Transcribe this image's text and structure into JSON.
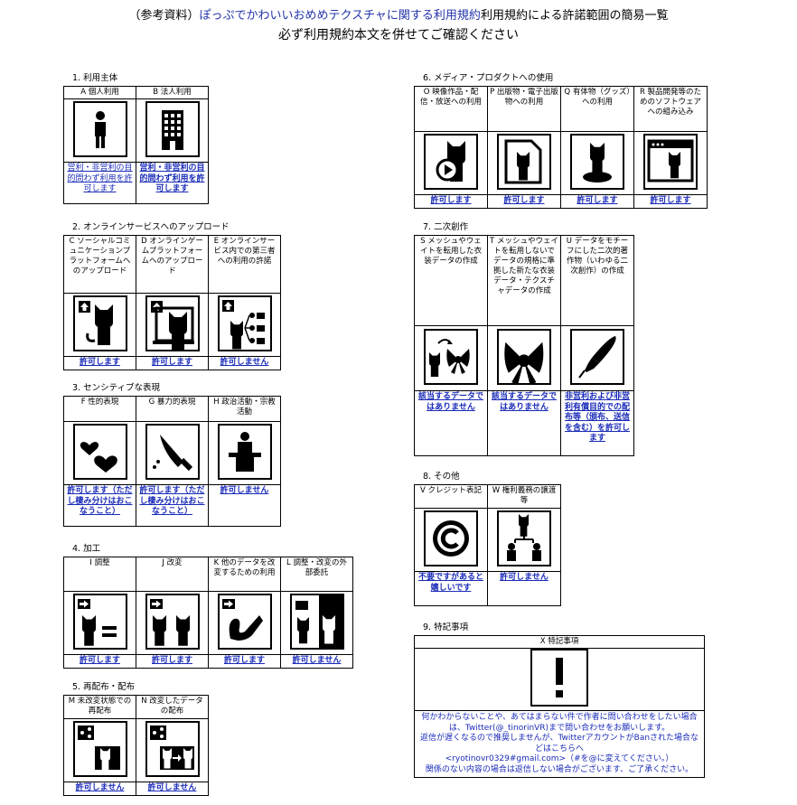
{
  "header": {
    "line1_prefix": "（参考資料）",
    "line1_accent": "ぽっぷでかわいいおめめテクスチャに関する利用規約",
    "line1_suffix": "利用規約による許諾範囲の簡易一覧",
    "line2": "必ず利用規約本文を併せてご確認ください"
  },
  "s1": {
    "title": "1. 利用主体",
    "items": [
      {
        "label": "A 個人利用",
        "icon": "person-icon",
        "status": "営利・非営利の目的問わず利用を許可します"
      },
      {
        "label": "B 法人利用",
        "icon": "building-icon",
        "status": "営利・非営利の目的問わず利用を許可します"
      }
    ]
  },
  "s2": {
    "title": "2. オンラインサービスへのアップロード",
    "items": [
      {
        "label": "C ソーシャルコミュニケーションプラットフォームへのアップロード",
        "icon": "upload-social-icon",
        "status": "許可します"
      },
      {
        "label": "D オンラインゲームプラットフォームへのアップロード",
        "icon": "upload-game-icon",
        "status": "許可します"
      },
      {
        "label": "E オンラインサービス内での第三者への利用の許諾",
        "icon": "third-party-license-icon",
        "status": "許可しません"
      }
    ]
  },
  "s3": {
    "title": "3. センシティブな表現",
    "items": [
      {
        "label": "F 性的表現",
        "icon": "hearts-icon",
        "status": "許可します（ただし棲み分けはおこなうこと）"
      },
      {
        "label": "G 暴力的表現",
        "icon": "knife-icon",
        "status": "許可します（ただし棲み分けはおこなうこと）"
      },
      {
        "label": "H 政治活動・宗教活動",
        "icon": "podium-icon",
        "status": "許可しません"
      }
    ]
  },
  "s4": {
    "title": "4. 加工",
    "items": [
      {
        "label": "I 調整",
        "icon": "adjust-icon",
        "status": "許可します"
      },
      {
        "label": "J 改変",
        "icon": "modify-icon",
        "status": "許可します"
      },
      {
        "label": "K 他のデータを改変するための利用",
        "icon": "ribbon-edit-icon",
        "status": "許可します"
      },
      {
        "label": "L 調整・改変の外部委託",
        "icon": "outsource-icon",
        "status": "許可しません"
      }
    ]
  },
  "s5": {
    "title": "5. 再配布・配布",
    "items": [
      {
        "label": "M 未改変状態での再配布",
        "icon": "share-icon",
        "status": "許可しません"
      },
      {
        "label": "N 改変したデータの配布",
        "icon": "share-modified-icon",
        "status": "許可しません"
      }
    ]
  },
  "s6": {
    "title": "6. メディア・プロダクトへの使用",
    "items": [
      {
        "label": "O 映像作品・配信・放送への利用",
        "icon": "video-icon",
        "status": "許可します"
      },
      {
        "label": "P 出版物・電子出版物への利用",
        "icon": "book-icon",
        "status": "許可します"
      },
      {
        "label": "Q 有体物（グッズ）への利用",
        "icon": "figure-icon",
        "status": "許可します"
      },
      {
        "label": "R 製品開発等のためのソフトウェアへの組み込み",
        "icon": "software-icon",
        "status": "許可します"
      }
    ]
  },
  "s7": {
    "title": "7. 二次創作",
    "items": [
      {
        "label": "S メッシュやウェイトを転用した衣装データの作成",
        "icon": "ribbon-transfer-icon",
        "status": "該当するデータではありません"
      },
      {
        "label": "T メッシュやウェイトを転用しないでデータの規格に準拠した新たな衣装データ・テクスチャデータの作成",
        "icon": "ribbon-new-icon",
        "status": "該当するデータではありません"
      },
      {
        "label": "U データをモチーフにした二次的著作物（いわゆる二次創作）の作成",
        "icon": "pen-icon",
        "status": "非営利および非営利有償目的での配布等（頒布、送信を含む）を許可します"
      }
    ]
  },
  "s8": {
    "title": "8. その他",
    "items": [
      {
        "label": "V クレジット表記",
        "icon": "copyright-icon",
        "status": "不要ですがあると嬉しいです"
      },
      {
        "label": "W 権利義務の譲渡等",
        "icon": "transfer-rights-icon",
        "status": "許可しません"
      }
    ]
  },
  "s9": {
    "title": "9. 特記事項",
    "label": "X 特記事項",
    "icon": "exclamation-icon",
    "notes": [
      "何かわからないことや、あてはまらない件で作者に問い合わせをしたい場合は、Twitter(@_tinorinVR)まで問い合わせをお願いします。",
      "返信が遅くなるので推奨しませんが、TwitterアカウントがBanされた場合などはこちらへ",
      "<ryotinovr0329#gmail.com>（#を@に変えてください。）",
      "関係のない内容の場合は返信しない場合がございます、ご了承ください。"
    ]
  }
}
